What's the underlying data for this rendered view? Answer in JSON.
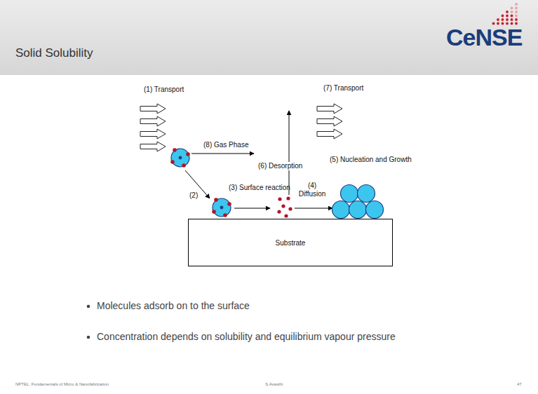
{
  "diagram": {
    "title": "Solid Solubility",
    "nodes": [
      {
        "text": [
          "Substrate"
        ]
      }
    ],
    "labels": [
      "(1) Transport",
      "(8) Gas Phase",
      "(6) Desorption",
      "(7) Transport",
      "(5) Nucleation and Growth",
      "(2)",
      "(3) Surface reaction",
      "(4) Diffusion",
      "Molecules adsorb on to the surface",
      "Concentration depends on solubility and equilibrium vapour pressure",
      "CeNSE",
      "NPTEL: Fundamentals of Micro & Nanofabrication",
      "S.Avasthi",
      "47"
    ]
  }
}
